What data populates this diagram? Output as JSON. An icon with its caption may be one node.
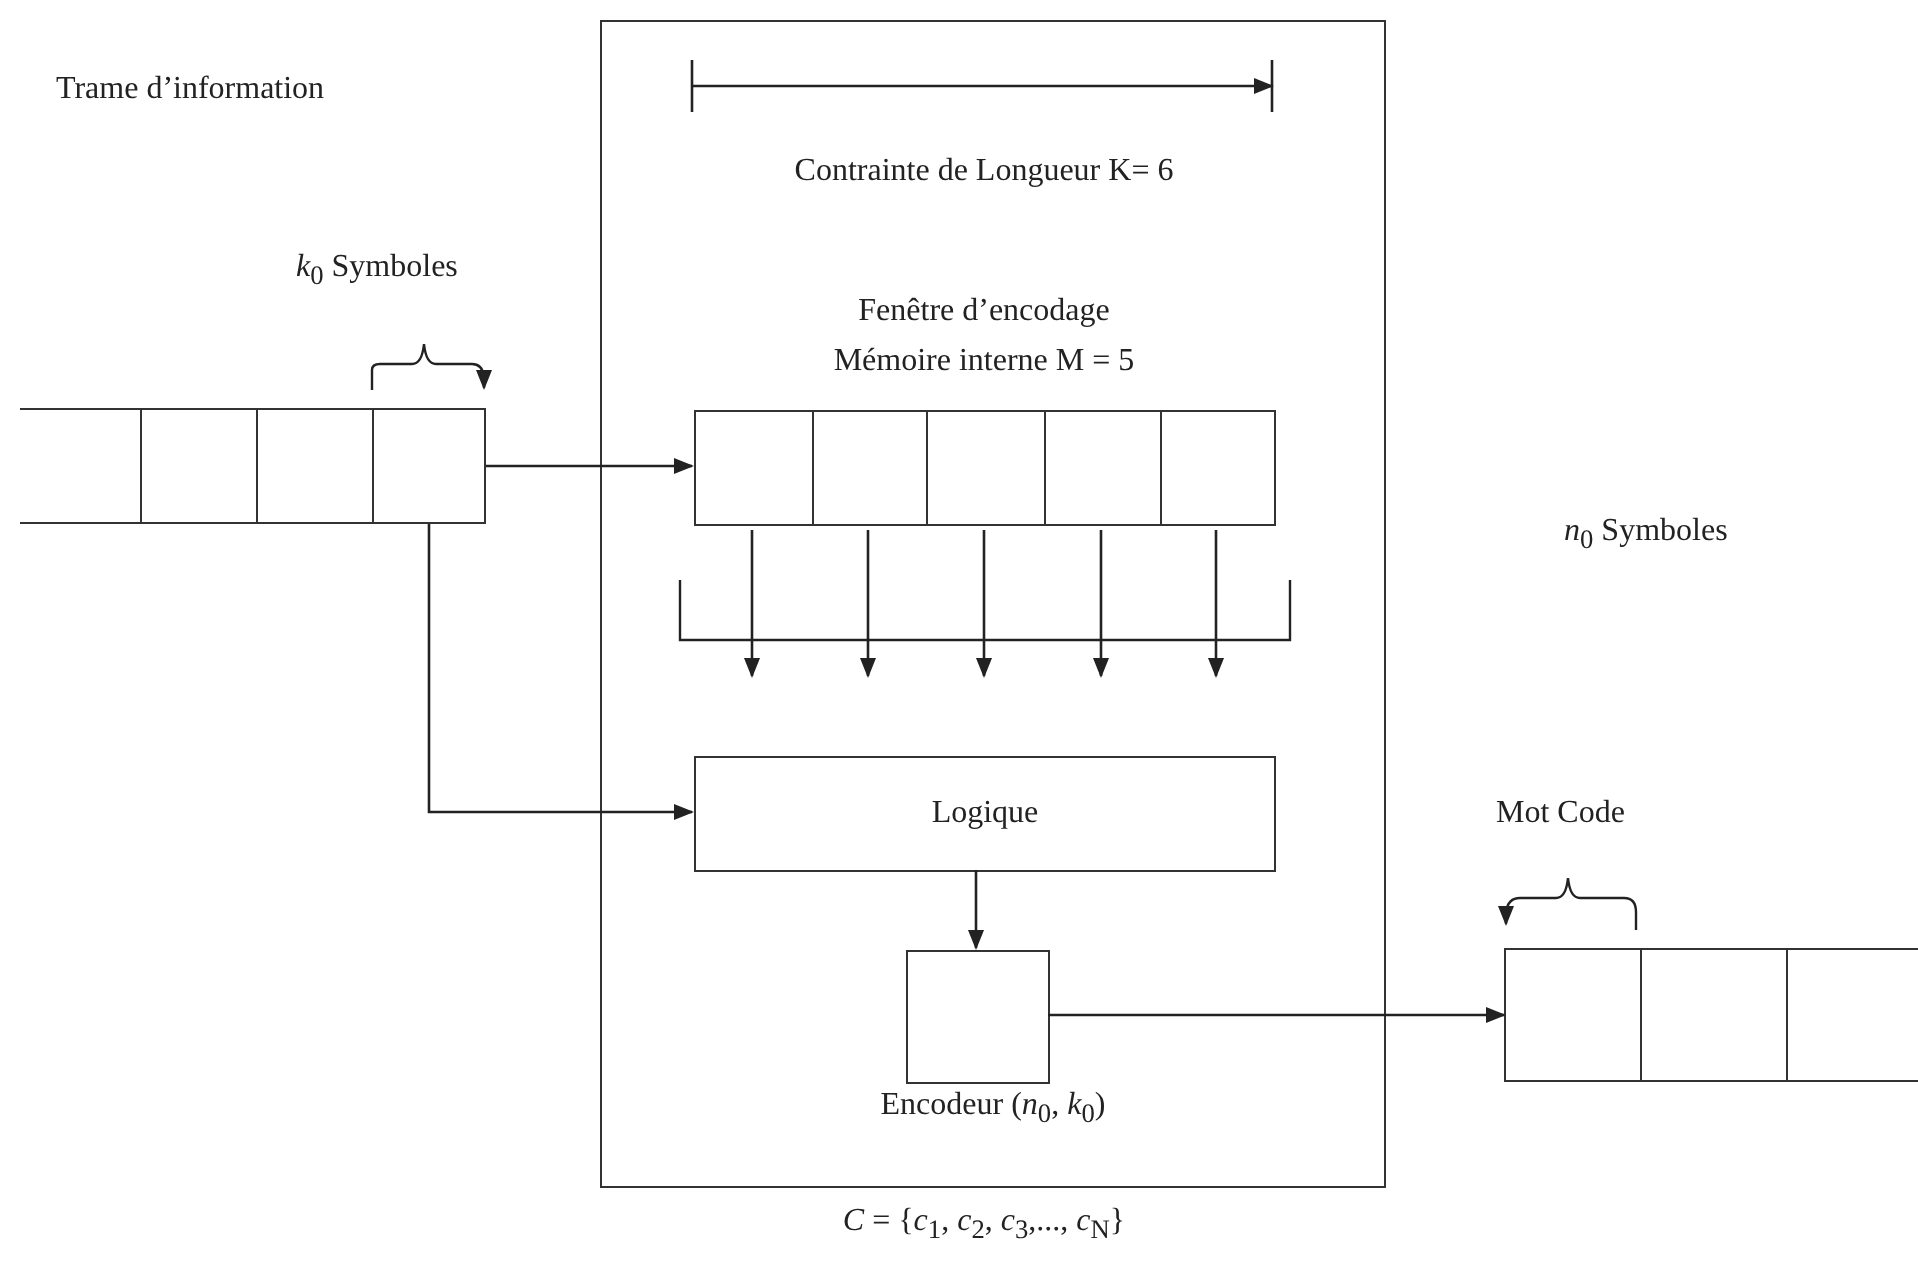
{
  "diagram": {
    "caption": "*C* = {*c*$_{1}$, *c*$_{2}$, *c*$_{3}$,..., *c*$_{N}$}",
    "nodes": [
      {
        "text": [
          "Encodeur (*n*$_{0}$, *k*$_{0}$)"
        ]
      },
      {
        "text": [],
        "shape": "box"
      },
      {
        "text": [],
        "shape": "box"
      },
      {
        "text": [],
        "shape": "box"
      },
      {
        "text": [],
        "shape": "box"
      },
      {
        "text": [],
        "shape": "box",
        "in": 0
      },
      {
        "text": [],
        "shape": "box",
        "in": 0
      },
      {
        "text": [],
        "shape": "box",
        "in": 0
      },
      {
        "text": [],
        "shape": "box",
        "in": 0
      },
      {
        "text": [],
        "shape": "box",
        "in": 0
      },
      {
        "text": [
          "Logique"
        ],
        "in": 0
      },
      {
        "text": [],
        "shape": "box",
        "in": 0
      },
      {
        "text": [],
        "shape": "box"
      },
      {
        "text": [],
        "shape": "box"
      },
      {
        "text": [],
        "shape": "box"
      }
    ],
    "edges": [
      {
        "from": 4,
        "to": 5,
        "arrow": "to"
      },
      {
        "from": 4,
        "to": 10,
        "arrow": "to"
      },
      {
        "from": 5,
        "to": null,
        "arrow": "to"
      },
      {
        "from": 6,
        "to": null,
        "arrow": "to"
      },
      {
        "from": 7,
        "to": null,
        "arrow": "to"
      },
      {
        "from": 8,
        "to": null,
        "arrow": "to"
      },
      {
        "from": 9,
        "to": null,
        "arrow": "to"
      },
      {
        "from": 10,
        "to": 11,
        "arrow": "to"
      },
      {
        "from": 11,
        "to": 12,
        "arrow": "to"
      }
    ],
    "labels": [
      "Trame d’information",
      "Contrainte de Longueur K= 6",
      "*k*$_{0}$ Symboles",
      "Fenêtre d’encodage Mémoire interne M = 5",
      "*n*$_{0}$ Symboles",
      "Mot Code"
    ]
  }
}
